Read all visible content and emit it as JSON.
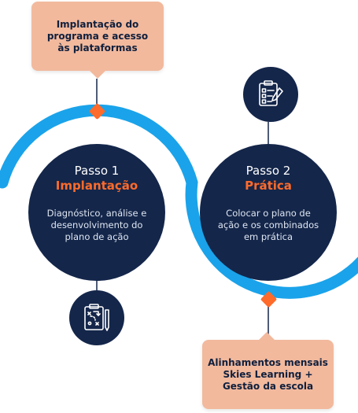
{
  "callouts": {
    "top": [
      "Implantação do",
      "programa e acesso",
      "às plataformas"
    ],
    "bottom": [
      "Alinhamentos mensais",
      "Skies Learning +",
      "Gestão da escola"
    ]
  },
  "steps": [
    {
      "title": "Passo 1",
      "subtitle": "Implantação",
      "description": [
        "Diagnóstico, análise e",
        "desenvolvimento do",
        "plano de ação"
      ],
      "icon": "strategy-board-icon"
    },
    {
      "title": "Passo 2",
      "subtitle": "Prática",
      "description": [
        "Colocar o plano de",
        "ação e os combinados",
        "em prática"
      ],
      "icon": "checklist-icon"
    }
  ],
  "colors": {
    "navy": "#14264a",
    "accent_orange": "#ff6b2b",
    "wave_blue": "#1aa3ea",
    "callout_peach": "#f2b99d"
  }
}
